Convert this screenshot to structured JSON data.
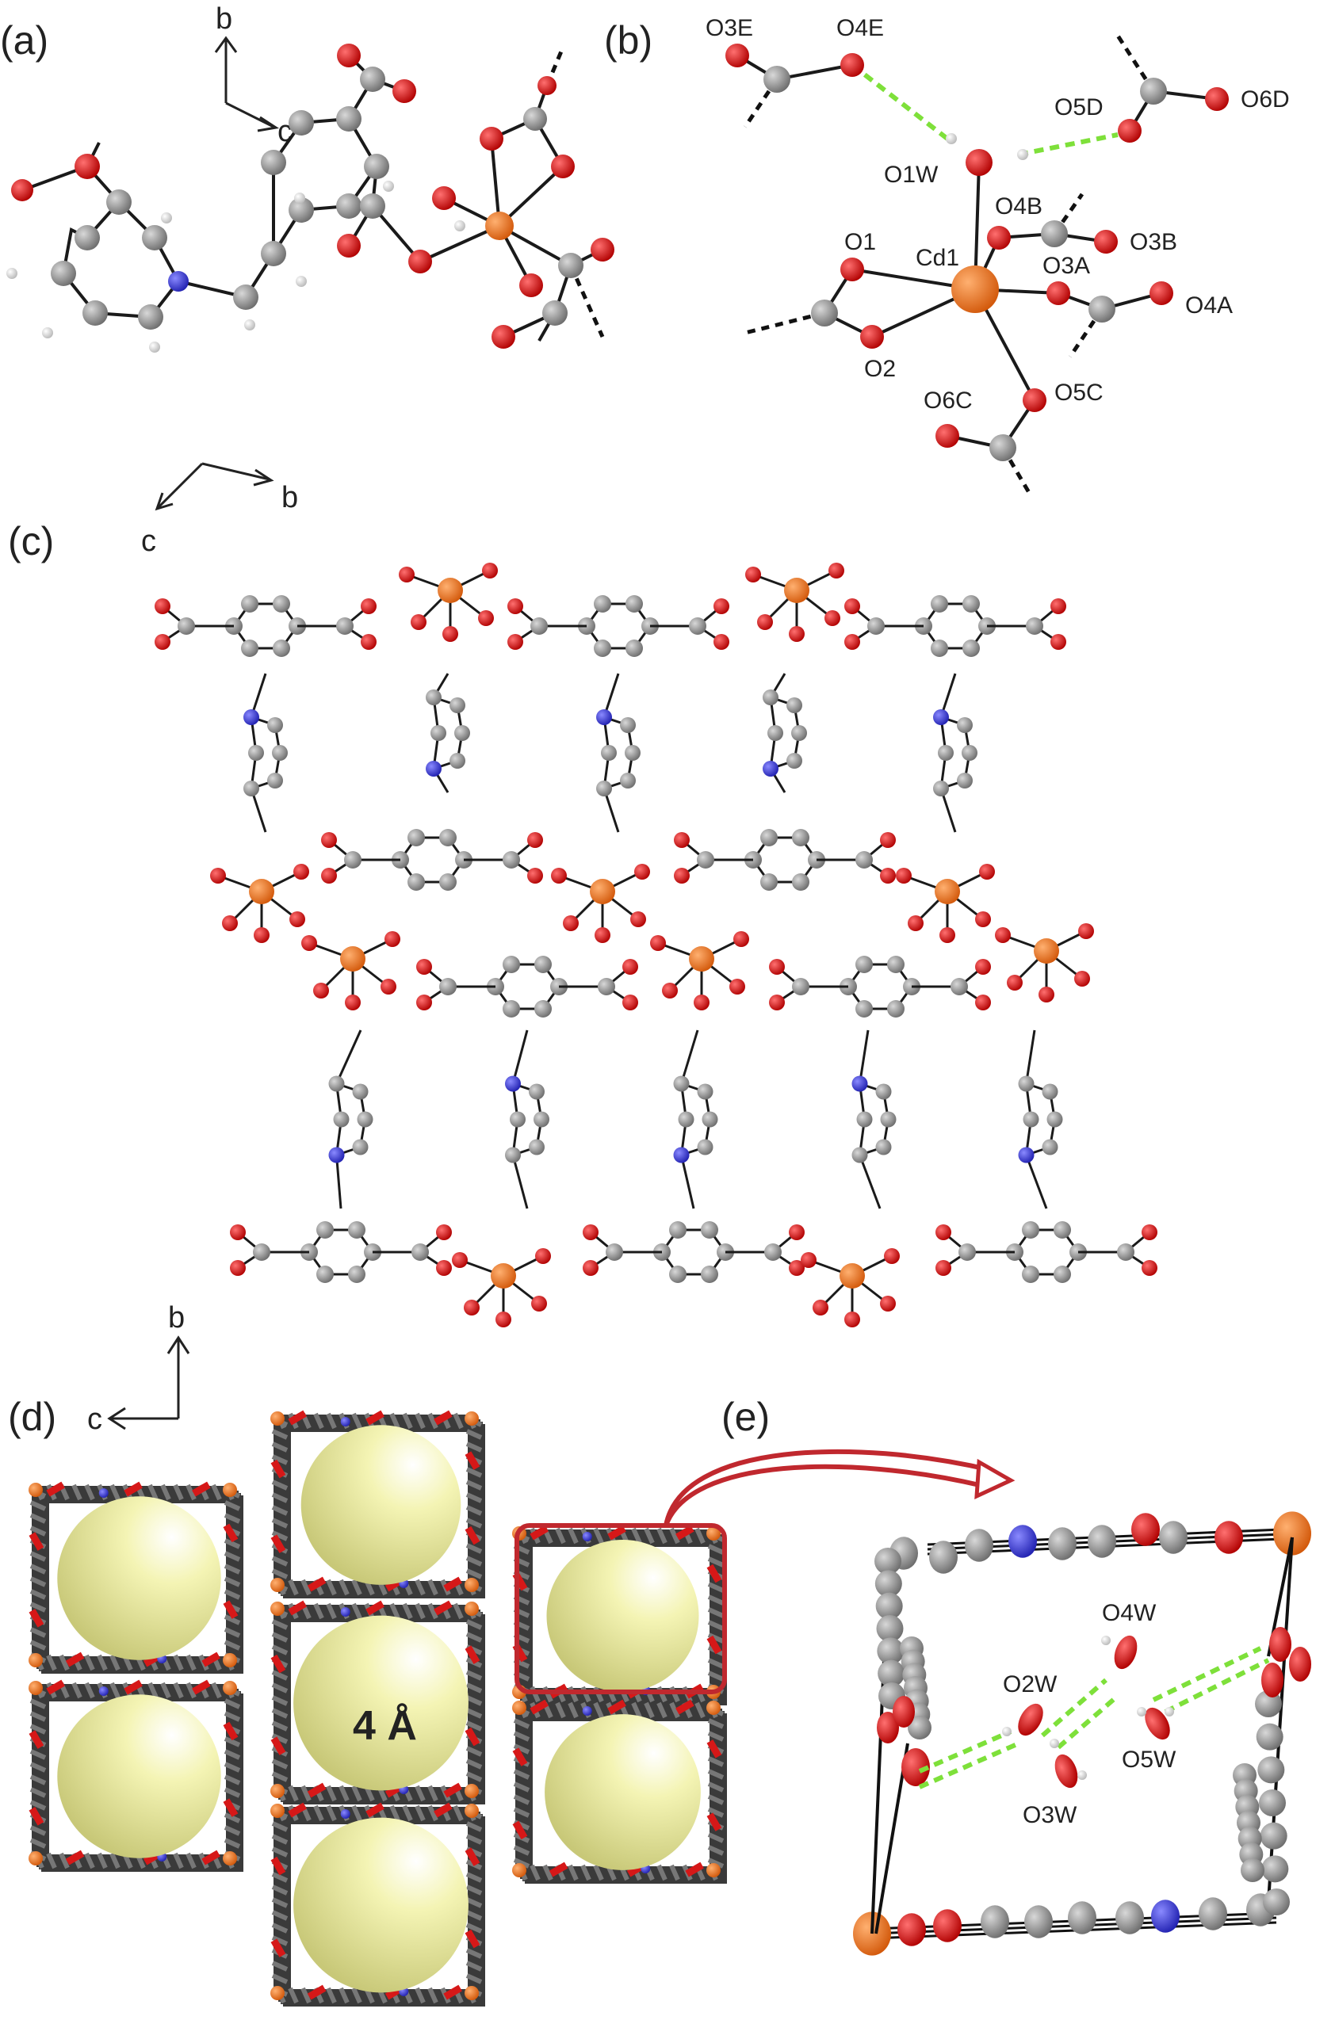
{
  "panels": {
    "a": {
      "label": "(a)"
    },
    "b": {
      "label": "(b)"
    },
    "c": {
      "label": "(c)"
    },
    "d": {
      "label": "(d)"
    },
    "e": {
      "label": "(e)"
    }
  },
  "axes": {
    "a": {
      "up": "b",
      "right": "c"
    },
    "c": {
      "right": "b",
      "down": "c"
    },
    "d": {
      "up": "b",
      "left": "c"
    }
  },
  "atom_labels_b": {
    "o3e": "O3E",
    "o4e": "O4E",
    "o5d": "O5D",
    "o6d": "O6D",
    "o1w": "O1W",
    "o4b": "O4B",
    "o3b": "O3B",
    "o1": "O1",
    "cd1": "Cd1",
    "o3a": "O3A",
    "o4a": "O4A",
    "o2": "O2",
    "o6c": "O6C",
    "o5c": "O5C"
  },
  "pore_label": "4 Å",
  "water_labels_e": {
    "o2w": "O2W",
    "o3w": "O3W",
    "o4w": "O4W",
    "o5w": "O5W"
  },
  "colors": {
    "carbon": "#8c8c8c",
    "oxygen": "#d61818",
    "cadmium": "#e8711c",
    "nitrogen": "#3a3ad8",
    "hydrogen": "#e8e8e8",
    "hbond": "#7ee03a",
    "pore": "#eeee9a",
    "highlight": "#c0282e"
  }
}
